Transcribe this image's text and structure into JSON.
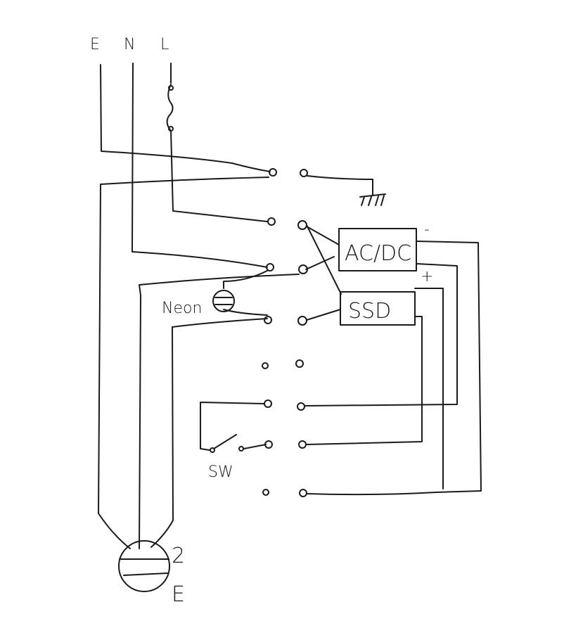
{
  "supply_labels": {
    "earth": "E",
    "neutral": "N",
    "live": "L"
  },
  "components": {
    "acdc": "AC/DC",
    "ssd": "SSD",
    "neon": "Neon",
    "switch": "SW",
    "motor_top": "2",
    "motor_bottom": "E",
    "acdc_minus": "-",
    "acdc_plus": "+"
  }
}
